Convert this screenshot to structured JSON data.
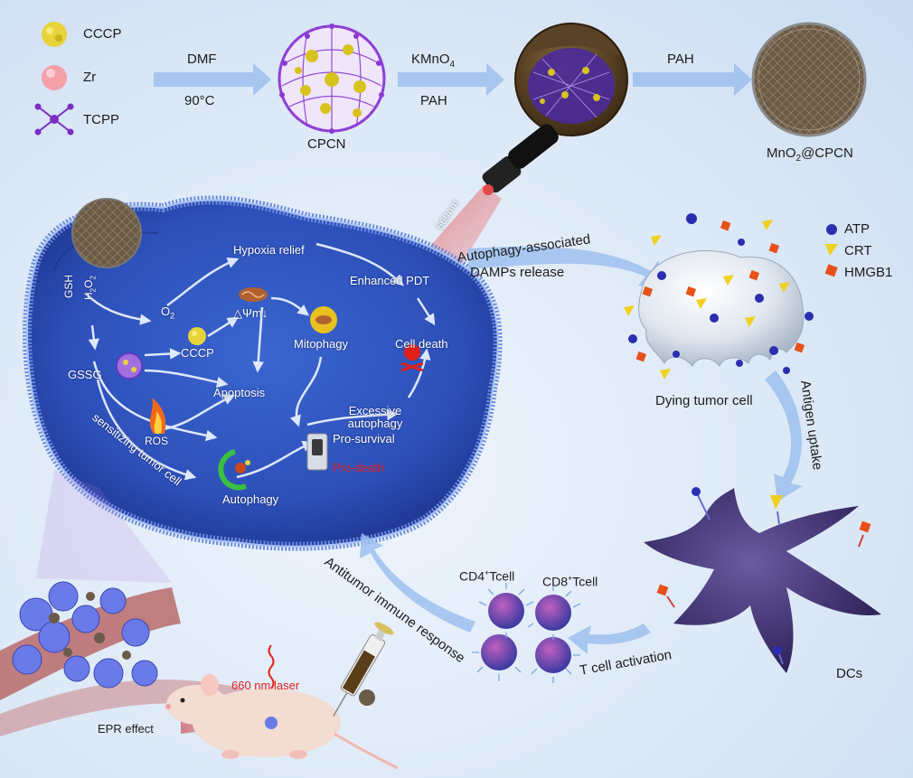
{
  "legend": {
    "cccp": "CCCP",
    "zr": "Zr",
    "tcpp": "TCPP"
  },
  "synthesis": {
    "step1_top": "DMF",
    "step1_bottom": "90°C",
    "product1": "CPCN",
    "step2_top": "KMnO",
    "step2_top_sub": "4",
    "step2_bottom": "PAH",
    "step3_top": "PAH",
    "product3": "MnO",
    "product3_sub": "2",
    "product3_rest": "@CPCN"
  },
  "cell": {
    "gsh": "GSH",
    "h2o2": "H",
    "h2o2_sub": "2",
    "h2o2_rest": "O",
    "h2o2_sub2": "2",
    "o2": "O",
    "o2_sub": "2",
    "hypoxia_relief": "Hypoxia relief",
    "enhanced_pdt": "Enhanced PDT",
    "delta_psi": "△Ψm↓",
    "cccp": "CCCP",
    "mitophagy": "Mitophagy",
    "cell_death": "Cell death",
    "gssg": "GSSG",
    "apoptosis": "Apoptosis",
    "ros": "ROS",
    "excessive_autophagy": "Excessive autophagy",
    "pro_survival": "Pro-survival",
    "pro_death": "Pro-death",
    "autophagy": "Autophagy",
    "sensitizing": "sensitizing tumor cell"
  },
  "laser": {
    "wavelength": "660nm",
    "mouse_laser": "660 nm laser"
  },
  "damps": {
    "top": "Autophagy-associated",
    "bottom": "DAMPs release",
    "legend_atp": "ATP",
    "legend_crt": "CRT",
    "legend_hmgb1": "HMGB1",
    "dying_cell": "Dying tumor cell",
    "antigen_uptake": "Antigen uptake"
  },
  "immune": {
    "cd4": "CD4",
    "cd4_sup": "+",
    "cd4_rest": "Tcell",
    "cd8": "CD8",
    "cd8_sup": "+",
    "cd8_rest": "Tcell",
    "t_activation": "T cell activation",
    "dcs": "DCs",
    "antitumor": "Antitumor immune response",
    "epr": "EPR effect"
  },
  "colors": {
    "arrow": "#8fb6e8",
    "cell_blue": "#3b5fc6",
    "cell_dark": "#22358a",
    "cccp_yellow": "#e8d43a",
    "zr_pink": "#f4a0a8",
    "tcpp_purple": "#7a2fc4",
    "atp_blue": "#2a2fb0",
    "crt_yellow": "#f0d020",
    "hmgb1_orange": "#e8501a",
    "dc_purple": "#3a2a6a",
    "red_text": "#e0201a"
  }
}
